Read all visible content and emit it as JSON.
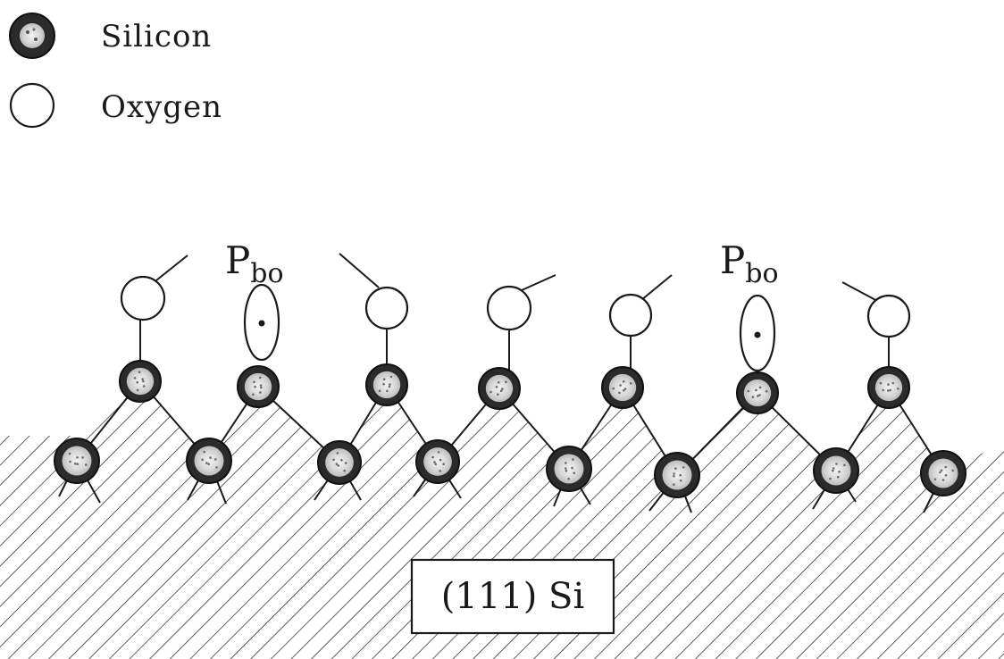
{
  "legend": {
    "silicon_label": "Silicon",
    "oxygen_label": "Oxygen"
  },
  "defects": [
    {
      "main": "P",
      "sub": "bo"
    },
    {
      "main": "P",
      "sub": "bo"
    }
  ],
  "substrate": {
    "label": "(111) Si"
  },
  "colors": {
    "ink": "#1a1a1a",
    "silicon_fill": "#2b2b2b",
    "silicon_core": "#e8e8e8",
    "oxygen_fill": "#ffffff",
    "background": "#ffffff"
  }
}
